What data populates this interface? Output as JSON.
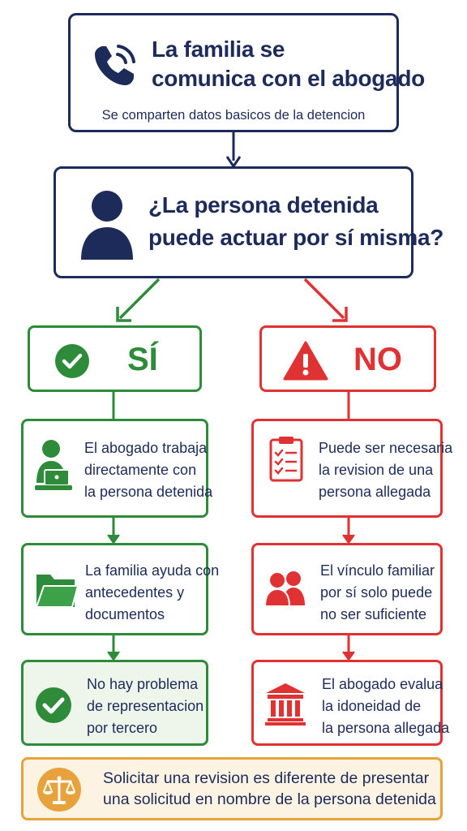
{
  "colors": {
    "navy": "#1d2b5a",
    "green": "#2e8b3a",
    "red": "#e03232",
    "amber": "#e7a23c"
  },
  "start": {
    "icon": "phone-icon",
    "title_lines": [
      "La familia se",
      "comunica con el abogado"
    ],
    "subtitle": "Se comparten datos basicos de la detencion"
  },
  "question": {
    "icon": "person-icon",
    "lines": [
      "¿La persona detenida",
      "puede actuar por sí misma?"
    ]
  },
  "yes_branch": {
    "header": {
      "icon": "check-circle-icon",
      "label": "SÍ"
    },
    "steps": [
      {
        "icon": "person-laptop-icon",
        "lines": [
          "El abogado trabaja",
          "directamente con",
          "la persona detenida"
        ]
      },
      {
        "icon": "folder-icon",
        "lines": [
          "La familia ayuda con",
          "antecedentes y",
          "documentos"
        ]
      },
      {
        "icon": "check-circle-icon",
        "lines": [
          "No hay problema",
          "de representacion",
          "por tercero"
        ]
      }
    ]
  },
  "no_branch": {
    "header": {
      "icon": "warning-icon",
      "label": "NO"
    },
    "steps": [
      {
        "icon": "clipboard-checklist-icon",
        "lines": [
          "Puede ser necesaria",
          "la revision de una",
          "persona allegada"
        ]
      },
      {
        "icon": "people-icon",
        "lines": [
          "El vínculo familiar",
          "por sí solo puede",
          "no ser suficiente"
        ]
      },
      {
        "icon": "courthouse-icon",
        "lines": [
          "El abogado evalua",
          "la idoneidad de",
          "la persona allegada"
        ]
      }
    ]
  },
  "footer": {
    "icon": "scales-icon",
    "lines": [
      "Solicitar una revision es diferente de presentar",
      "una solicitud en nombre de la persona detenida"
    ]
  }
}
